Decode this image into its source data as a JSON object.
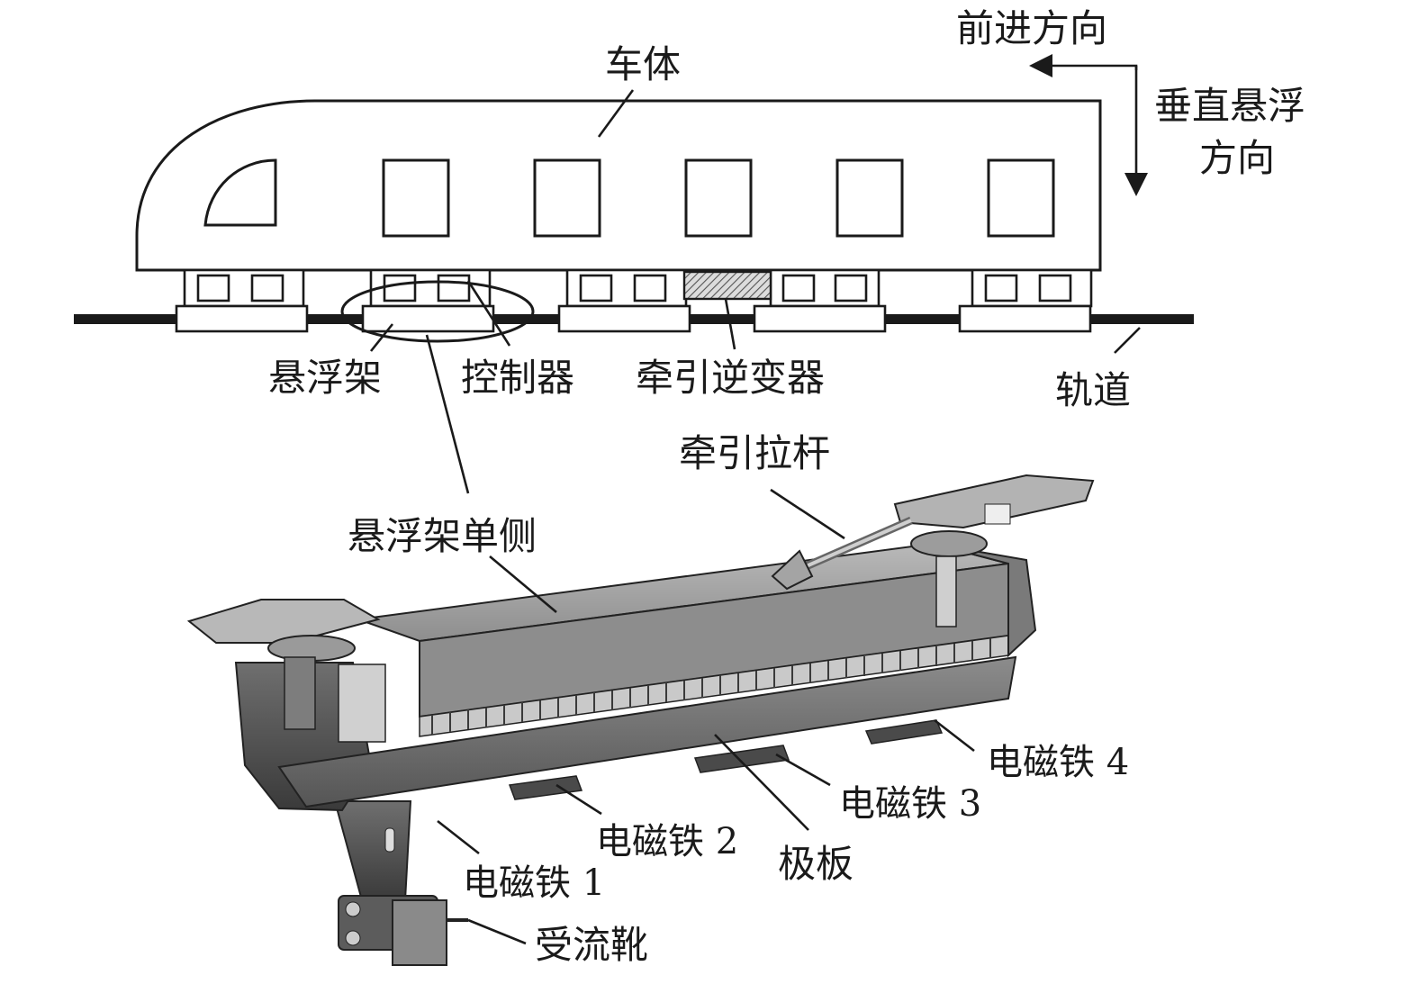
{
  "labels": {
    "car_body": "车体",
    "forward_direction": "前进方向",
    "vertical_levitation_line1": "垂直悬浮",
    "vertical_levitation_line2": "方向",
    "levitation_frame": "悬浮架",
    "controller": "控制器",
    "traction_inverter": "牵引逆变器",
    "track": "轨道",
    "traction_rod": "牵引拉杆",
    "frame_single_side": "悬浮架单侧",
    "electromagnet_4": "电磁铁 4",
    "electromagnet_3": "电磁铁 3",
    "electromagnet_2": "电磁铁 2",
    "pole_plate": "极板",
    "electromagnet_1": "电磁铁 1",
    "current_collector_shoe": "受流靴"
  },
  "colors": {
    "line": "#1a1a1a",
    "module_fill": "#ffffff",
    "inverter_hatch": "#555555",
    "metal_dark": "#3c3c3c",
    "metal_mid": "#7a7a7a",
    "metal_light": "#b4b4b4",
    "metal_top": "#9a9a9a"
  }
}
